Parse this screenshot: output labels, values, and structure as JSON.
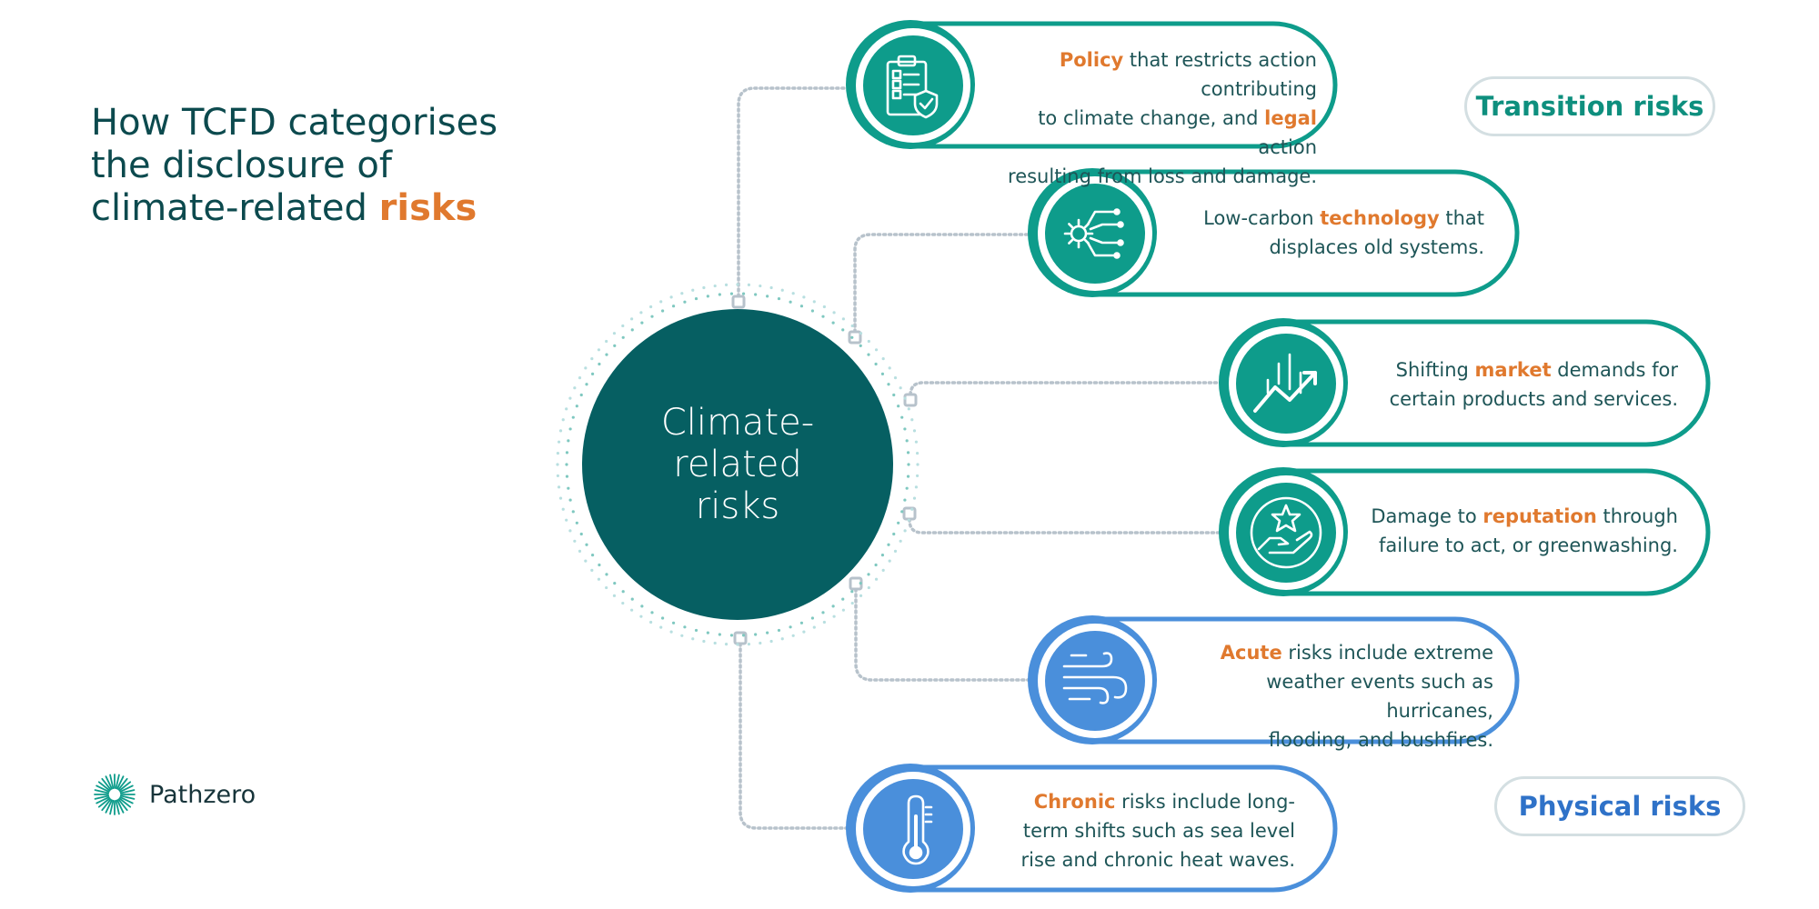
{
  "title": {
    "line1": "How TCFD categorises",
    "line2": "the disclosure of",
    "line3_prefix": "climate-related ",
    "line3_highlight": "risks"
  },
  "hub": {
    "line1": "Climate-",
    "line2": "related",
    "line3": "risks"
  },
  "categories": {
    "transition": "Transition risks",
    "physical": "Physical risks"
  },
  "cards": [
    {
      "kind": "transition",
      "icon": "clipboard-shield-icon",
      "l1": [
        {
          "t": "Policy",
          "kw": true
        },
        {
          "t": " that restricts action contributing"
        }
      ],
      "l2": [
        {
          "t": "to climate change, and "
        },
        {
          "t": "legal",
          "kw": true
        },
        {
          "t": " action"
        }
      ],
      "l3": [
        {
          "t": "resulting from loss and damage."
        }
      ]
    },
    {
      "kind": "transition",
      "icon": "gear-circuit-icon",
      "l1": [
        {
          "t": "Low-carbon "
        },
        {
          "t": "technology",
          "kw": true
        },
        {
          "t": " that"
        }
      ],
      "l2": [
        {
          "t": "displaces old systems."
        }
      ]
    },
    {
      "kind": "transition",
      "icon": "market-chart-icon",
      "l1": [
        {
          "t": "Shifting "
        },
        {
          "t": "market",
          "kw": true
        },
        {
          "t": " demands for"
        }
      ],
      "l2": [
        {
          "t": "certain products and services."
        }
      ]
    },
    {
      "kind": "transition",
      "icon": "hand-star-icon",
      "l1": [
        {
          "t": "Damage to "
        },
        {
          "t": "reputation",
          "kw": true
        },
        {
          "t": " through"
        }
      ],
      "l2": [
        {
          "t": "failure to act, or greenwashing."
        }
      ]
    },
    {
      "kind": "physical",
      "icon": "wind-icon",
      "l1": [
        {
          "t": "Acute",
          "kw": true
        },
        {
          "t": " risks include extreme"
        }
      ],
      "l2": [
        {
          "t": "weather events such as hurricanes,"
        }
      ],
      "l3": [
        {
          "t": "flooding, and bushfires."
        }
      ]
    },
    {
      "kind": "physical",
      "icon": "thermometer-icon",
      "l1": [
        {
          "t": "Chronic",
          "kw": true
        },
        {
          "t": " risks include long-"
        }
      ],
      "l2": [
        {
          "t": "term shifts such as sea level"
        }
      ],
      "l3": [
        {
          "t": "rise and chronic heat waves."
        }
      ]
    }
  ],
  "brand": {
    "name": "Pathzero",
    "icon": "sunburst-logo-icon"
  },
  "colors": {
    "teal": "#0e9c8b",
    "hub": "#065f62",
    "blue": "#4a8fdb",
    "connector": "#b7c2cb",
    "accent": "#e0792e",
    "text": "#1e5557",
    "heading": "#0c4a4e"
  }
}
